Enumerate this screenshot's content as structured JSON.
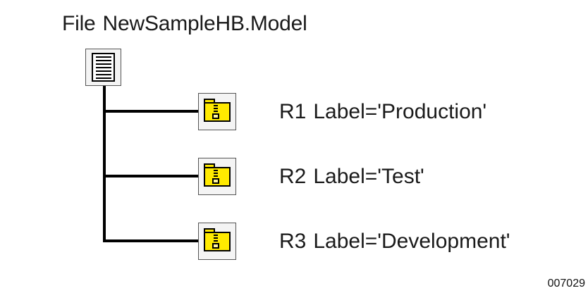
{
  "file": {
    "prefix": "File",
    "name": "NewSampleHB.Model",
    "icon": "document-icon"
  },
  "revisions": [
    {
      "id": "R1",
      "label": "Label='Production'",
      "icon": "zipped-folder-icon"
    },
    {
      "id": "R2",
      "label": "Label='Test'",
      "icon": "zipped-folder-icon"
    },
    {
      "id": "R3",
      "label": "Label='Development'",
      "icon": "zipped-folder-icon"
    }
  ],
  "colors": {
    "folder": "#ffea00",
    "line": "#000000"
  },
  "figure_id": "007029"
}
